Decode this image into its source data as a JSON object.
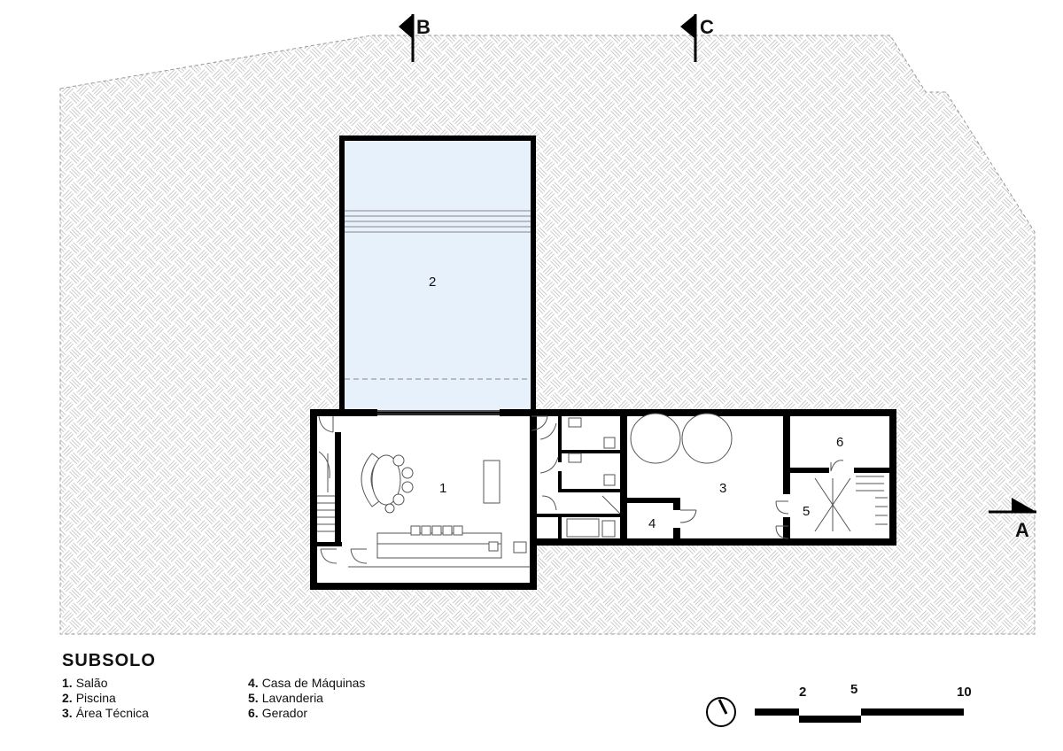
{
  "plan": {
    "title": "SUBSOLO",
    "colors": {
      "wall": "#000000",
      "pool_water": "#e7f1fb",
      "terrain_hatch": "#bdbdbd"
    }
  },
  "rooms": [
    {
      "number": "1",
      "name": "Salão"
    },
    {
      "number": "2",
      "name": "Piscina"
    },
    {
      "number": "3",
      "name": "Área Técnica"
    },
    {
      "number": "4",
      "name": "Casa de Máquinas"
    },
    {
      "number": "5",
      "name": "Lavanderia"
    },
    {
      "number": "6",
      "name": "Gerador"
    }
  ],
  "legend_col1": [
    {
      "num": "1.",
      "name": "Salão"
    },
    {
      "num": "2.",
      "name": "Piscina"
    },
    {
      "num": "3.",
      "name": "Área Técnica"
    }
  ],
  "legend_col2": [
    {
      "num": "4.",
      "name": "Casa de Máquinas"
    },
    {
      "num": "5.",
      "name": "Lavanderia"
    },
    {
      "num": "6.",
      "name": "Gerador"
    }
  ],
  "sections": {
    "b": "B",
    "c": "C",
    "a": "A"
  },
  "scale": {
    "label_2": "2",
    "label_5": "5",
    "label_10": "10"
  },
  "icons": {
    "north": "north-arrow-icon",
    "section": "section-marker-icon"
  }
}
